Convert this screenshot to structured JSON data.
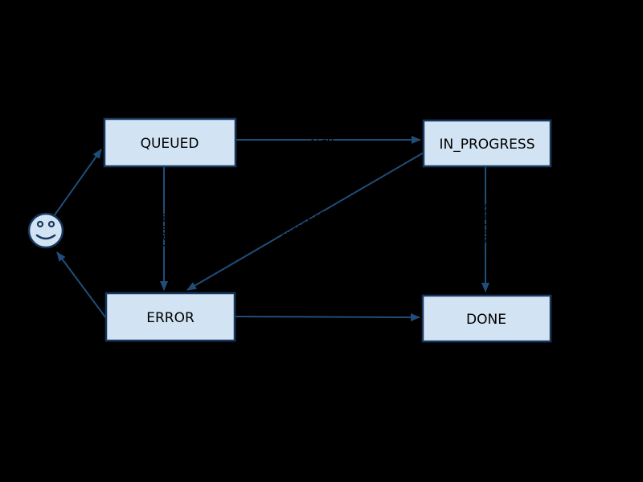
{
  "diagram": {
    "type": "state-machine",
    "background_color": "#000000",
    "node_fill_color": "#d2e3f3",
    "node_border_color": "#17375e",
    "node_text_color": "#000000",
    "edge_color": "#1f4e79",
    "edge_label_color": "#000000",
    "start_icon": "smiley-face-icon",
    "nodes": {
      "start": {
        "label": "",
        "kind": "smiley-face"
      },
      "queued": {
        "label": "QUEUED"
      },
      "in_progress": {
        "label": "IN_PROGRESS"
      },
      "error": {
        "label": "ERROR"
      },
      "done": {
        "label": "DONE"
      }
    },
    "edges": [
      {
        "from": "start",
        "to": "QUEUED",
        "label": ""
      },
      {
        "from": "QUEUED",
        "to": "IN_PROGRESS",
        "label": "start"
      },
      {
        "from": "QUEUED",
        "to": "ERROR",
        "label": "cancel"
      },
      {
        "from": "IN_PROGRESS",
        "to": "ERROR",
        "label": "exception"
      },
      {
        "from": "IN_PROGRESS",
        "to": "DONE",
        "label": "success"
      },
      {
        "from": "ERROR",
        "to": "DONE",
        "label": ""
      },
      {
        "from": "ERROR",
        "to": "start",
        "label": ""
      }
    ]
  }
}
